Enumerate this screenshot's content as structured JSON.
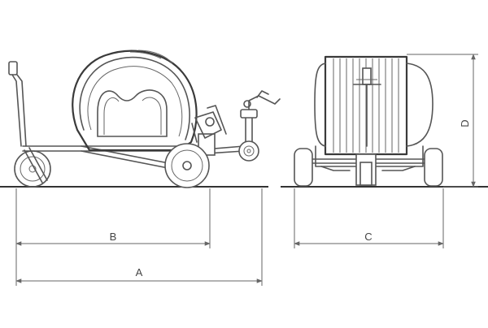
{
  "dimensions": {
    "A": {
      "label": "A"
    },
    "B": {
      "label": "B"
    },
    "C": {
      "label": "C"
    },
    "D": {
      "label": "D"
    }
  },
  "colors": {
    "line": "#555555",
    "ground": "#333333",
    "background": "#ffffff"
  }
}
